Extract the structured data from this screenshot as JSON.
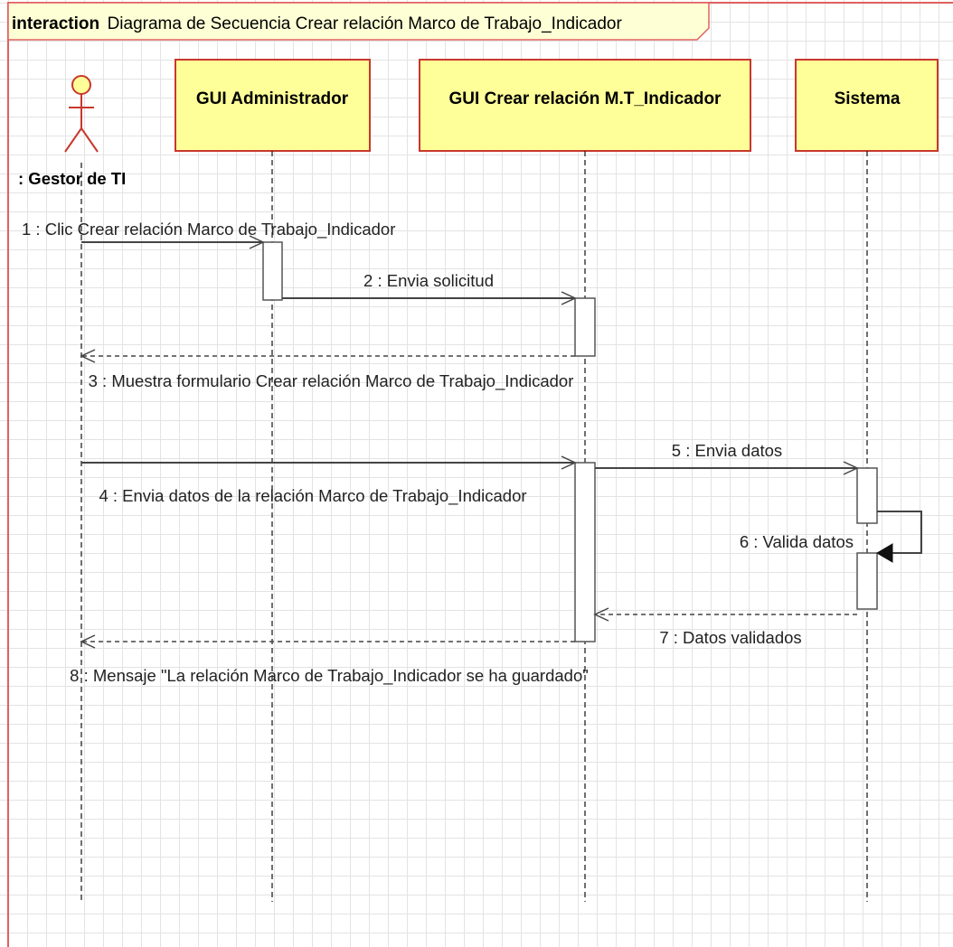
{
  "frame": {
    "keyword": "interaction",
    "title": "Diagrama de Secuencia Crear relación Marco de Trabajo_Indicador"
  },
  "actor": {
    "name": ": Gestor de TI"
  },
  "lifelines": [
    {
      "id": "admin",
      "label": "GUI Administrador"
    },
    {
      "id": "gui",
      "label": "GUI Crear relación M.T_Indicador"
    },
    {
      "id": "sis",
      "label": "Sistema"
    }
  ],
  "messages": [
    {
      "label": "1 : Clic Crear relación Marco de Trabajo_Indicador",
      "type": "sync"
    },
    {
      "label": "2 : Envia solicitud",
      "type": "sync"
    },
    {
      "label": "3 : Muestra formulario Crear relación Marco de Trabajo_Indicador",
      "type": "return"
    },
    {
      "label": "4 : Envia datos de la relación Marco de Trabajo_Indicador",
      "type": "sync"
    },
    {
      "label": "5 : Envia datos",
      "type": "sync"
    },
    {
      "label": "6 : Valida datos",
      "type": "self"
    },
    {
      "label": "7 : Datos validados",
      "type": "return"
    },
    {
      "label": "8 : Mensaje \"La relación Marco de Trabajo_Indicador se ha guardado\"",
      "type": "return"
    }
  ],
  "colors": {
    "frame_border": "#e06060",
    "lifeline_fill": "#ffff99",
    "lifeline_border": "#c8382c",
    "actor_stroke": "#c8382c",
    "actor_head_fill": "#ffff99"
  }
}
